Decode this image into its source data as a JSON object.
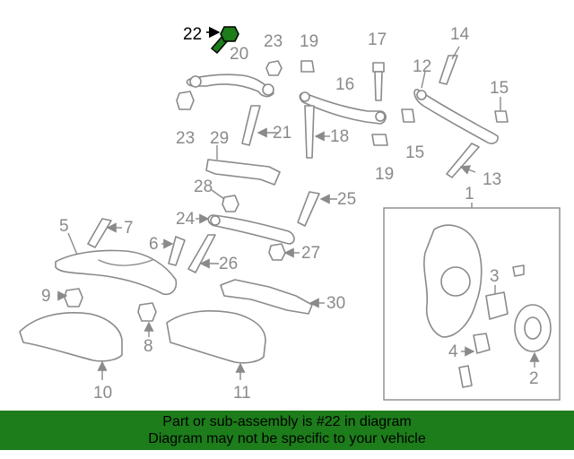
{
  "diagram": {
    "highlight_color": "#1c7d1a",
    "part_color": "#8a8a8a",
    "callouts": {
      "c1": "1",
      "c2": "2",
      "c3": "3",
      "c4": "4",
      "c5": "5",
      "c6": "6",
      "c7": "7",
      "c8": "8",
      "c9": "9",
      "c10": "10",
      "c11": "11",
      "c12": "12",
      "c13": "13",
      "c14": "14",
      "c15a": "15",
      "c15b": "15",
      "c16": "16",
      "c17": "17",
      "c18": "18",
      "c19a": "19",
      "c19b": "19",
      "c20": "20",
      "c21": "21",
      "c22": "22",
      "c23a": "23",
      "c23b": "23",
      "c24": "24",
      "c25": "25",
      "c26": "26",
      "c27": "27",
      "c28": "28",
      "c29": "29",
      "c30": "30"
    }
  },
  "banner": {
    "line1": "Part or sub-assembly is #22 in diagram",
    "line2": "Diagram may not be specific to your vehicle"
  }
}
